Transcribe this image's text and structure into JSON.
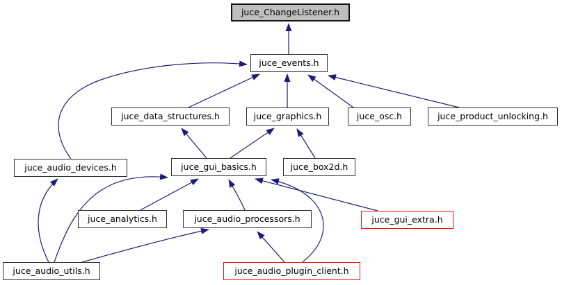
{
  "graph": {
    "kind": "include-dependency-graph",
    "colors": {
      "edge": "#1c1c78",
      "node_fill": "#ffffff",
      "node_border": "#2e2e2e",
      "current_node_fill": "#bfbfbf",
      "current_node_border": "#141414",
      "truncated_node_border": "#fb0d07",
      "text": "#000000",
      "background": "#ffffff"
    },
    "nodes": [
      {
        "id": "juce_ChangeListener.h",
        "label": "juce_ChangeListener.h",
        "style": "current"
      },
      {
        "id": "juce_events.h",
        "label": "juce_events.h",
        "style": "default"
      },
      {
        "id": "juce_data_structures.h",
        "label": "juce_data_structures.h",
        "style": "default"
      },
      {
        "id": "juce_graphics.h",
        "label": "juce_graphics.h",
        "style": "default"
      },
      {
        "id": "juce_osc.h",
        "label": "juce_osc.h",
        "style": "default"
      },
      {
        "id": "juce_product_unlocking.h",
        "label": "juce_product_unlocking.h",
        "style": "default"
      },
      {
        "id": "juce_audio_devices.h",
        "label": "juce_audio_devices.h",
        "style": "default"
      },
      {
        "id": "juce_gui_basics.h",
        "label": "juce_gui_basics.h",
        "style": "default"
      },
      {
        "id": "juce_box2d.h",
        "label": "juce_box2d.h",
        "style": "default"
      },
      {
        "id": "juce_analytics.h",
        "label": "juce_analytics.h",
        "style": "default"
      },
      {
        "id": "juce_audio_processors.h",
        "label": "juce_audio_processors.h",
        "style": "default"
      },
      {
        "id": "juce_gui_extra.h",
        "label": "juce_gui_extra.h",
        "style": "truncated"
      },
      {
        "id": "juce_audio_utils.h",
        "label": "juce_audio_utils.h",
        "style": "default"
      },
      {
        "id": "juce_audio_plugin_client.h",
        "label": "juce_audio_plugin_client.h",
        "style": "truncated"
      }
    ],
    "edges": [
      {
        "from": "juce_events.h",
        "to": "juce_ChangeListener.h"
      },
      {
        "from": "juce_data_structures.h",
        "to": "juce_events.h"
      },
      {
        "from": "juce_graphics.h",
        "to": "juce_events.h"
      },
      {
        "from": "juce_osc.h",
        "to": "juce_events.h"
      },
      {
        "from": "juce_product_unlocking.h",
        "to": "juce_events.h"
      },
      {
        "from": "juce_audio_devices.h",
        "to": "juce_events.h"
      },
      {
        "from": "juce_gui_basics.h",
        "to": "juce_data_structures.h"
      },
      {
        "from": "juce_gui_basics.h",
        "to": "juce_graphics.h"
      },
      {
        "from": "juce_box2d.h",
        "to": "juce_graphics.h"
      },
      {
        "from": "juce_analytics.h",
        "to": "juce_gui_basics.h"
      },
      {
        "from": "juce_audio_processors.h",
        "to": "juce_gui_basics.h"
      },
      {
        "from": "juce_gui_extra.h",
        "to": "juce_gui_basics.h"
      },
      {
        "from": "juce_audio_utils.h",
        "to": "juce_audio_devices.h"
      },
      {
        "from": "juce_audio_utils.h",
        "to": "juce_gui_basics.h"
      },
      {
        "from": "juce_audio_utils.h",
        "to": "juce_audio_processors.h"
      },
      {
        "from": "juce_audio_plugin_client.h",
        "to": "juce_audio_processors.h"
      },
      {
        "from": "juce_audio_plugin_client.h",
        "to": "juce_gui_basics.h"
      }
    ]
  }
}
